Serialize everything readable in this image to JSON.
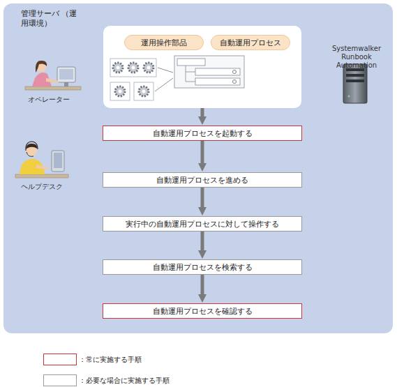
{
  "diagram": {
    "nodes": [
      {
        "text": [
          "管理サーバ （運用環境）"
        ]
      },
      {
        "text": [],
        "in": 0
      },
      {
        "text": [
          "運用操作部品"
        ],
        "in": 1
      },
      {
        "text": [
          "自動運用プロセス"
        ],
        "in": 1
      },
      {
        "text": [
          "自動運用プロセスを起動する"
        ],
        "in": 0
      },
      {
        "text": [
          "自動運用プロセスを進める"
        ],
        "in": 0
      },
      {
        "text": [
          "実行中の自動運用プロセスに対して操作する"
        ],
        "in": 0
      },
      {
        "text": [
          "自動運用プロセスを検索する"
        ],
        "in": 0
      },
      {
        "text": [
          "自動運用プロセスを確認する"
        ],
        "in": 0
      }
    ],
    "edges": [
      {
        "from": 1,
        "to": 4,
        "arrow": "to"
      },
      {
        "from": 4,
        "to": 5,
        "arrow": "to"
      },
      {
        "from": 5,
        "to": 6,
        "arrow": "to"
      },
      {
        "from": 6,
        "to": 7,
        "arrow": "to"
      },
      {
        "from": 7,
        "to": 8,
        "arrow": "to"
      }
    ],
    "labels": [
      "オペレーター",
      "ヘルプデスク",
      "Systemwalker Runbook Automation"
    ],
    "legend": [
      {
        "text": "：常に実施する手順"
      },
      {
        "text": "：必要な場合に実施する手順"
      }
    ]
  }
}
